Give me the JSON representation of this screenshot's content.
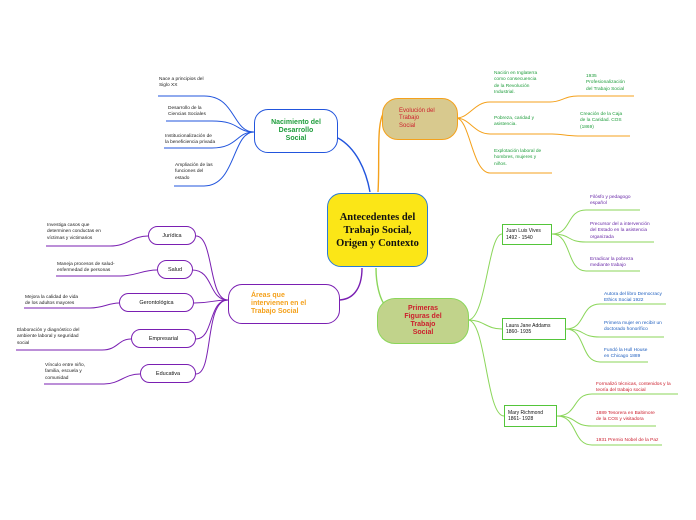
{
  "center": {
    "title": "Antecedentes del\nTrabajo Social,\nOrigen y Contexto"
  },
  "nacimiento": {
    "label": "Nacimiento del\nDesarrollo\nSocial",
    "items": [
      "Nace a principios del\nSiglo XX",
      "Desarrollo de la\nCiencias Sociales",
      "Institucionalización de\nla beneficiencia privada",
      "Ampliación de las\nfunciones del\nestado"
    ]
  },
  "evolucion": {
    "label": "Evolución del\nTrabajo\nSocial",
    "items": [
      "Nación en Inglaterra\ncomo consecuencia\nde la Revolución\nIndustrial.",
      "Pobreza, caridad y\nasistencia.",
      "Explotación laboral de\nhombres, mujeres y\nniños."
    ],
    "sub_items": [
      "1935\nProfesionalización\ndel Trabajo Social",
      "Creación de la Caja\nde la Caridad. COS\n(1869)"
    ]
  },
  "areas": {
    "label": "Áreas que\nintervienen en el\nTrabajo Social",
    "items": [
      {
        "label": "Jurídica",
        "desc": "Investiga casos que\ndeterminen conductas en\nvíctimas y victimarios"
      },
      {
        "label": "Salud",
        "desc": "Maneja procesos de salud-\nenfermedad de personas"
      },
      {
        "label": "Gerontológica",
        "desc": "Mejora la calidad de vida\nde los adultos mayores"
      },
      {
        "label": "Empresarial",
        "desc": "Elaboración y diagnóstico del\nambiente laboral y seguridad\nsocial"
      },
      {
        "label": "Educativa",
        "desc": "Vínculo entre niño,\nfamilia, escuela y\ncomunidad"
      }
    ]
  },
  "figuras": {
    "label": "Primeras\nFiguras del\nTrabajo\nSocial",
    "people": [
      {
        "name": "Juan Luis Vives\n1492 - 1540",
        "facts": [
          "Filósfo y pedagogo\nespañol",
          "Precursor del a intervención\ndel Estado en la asistencia\norganizada",
          "Erradicar la pobreza\nmediante trabajo"
        ]
      },
      {
        "name": "Laura Jane Addams\n1860- 1935",
        "facts": [
          "Autora del libro Democracy\nEthics Social 1922",
          "Primera mujer en recibir un\ndoctorado honorífico",
          "Fundó la Hull House\nen Chicago 1889"
        ]
      },
      {
        "name": "Mary Richmond\n1861- 1928",
        "facts": [
          "Formalizó técnicas, contenidos y la\nteoría del trabajo social",
          "1889 Tesorera en Baltimore\nde la COS y visitadora",
          "1931 Premio Nobel de la Paz"
        ]
      }
    ]
  },
  "colors": {
    "center_fill": "#fbe617",
    "center_border": "#2a7bd6",
    "blue": "#2255dd",
    "orange": "#f4a11c",
    "purple": "#7a1fb2",
    "green": "#8bd65a",
    "evol_fill": "#d8c98e",
    "fig_fill": "#c1d38b",
    "red_text": "#cc1f2d",
    "green_text": "#1f9d3c",
    "purple_text": "#6a2aa8",
    "blue_text": "#1f5fbf"
  }
}
